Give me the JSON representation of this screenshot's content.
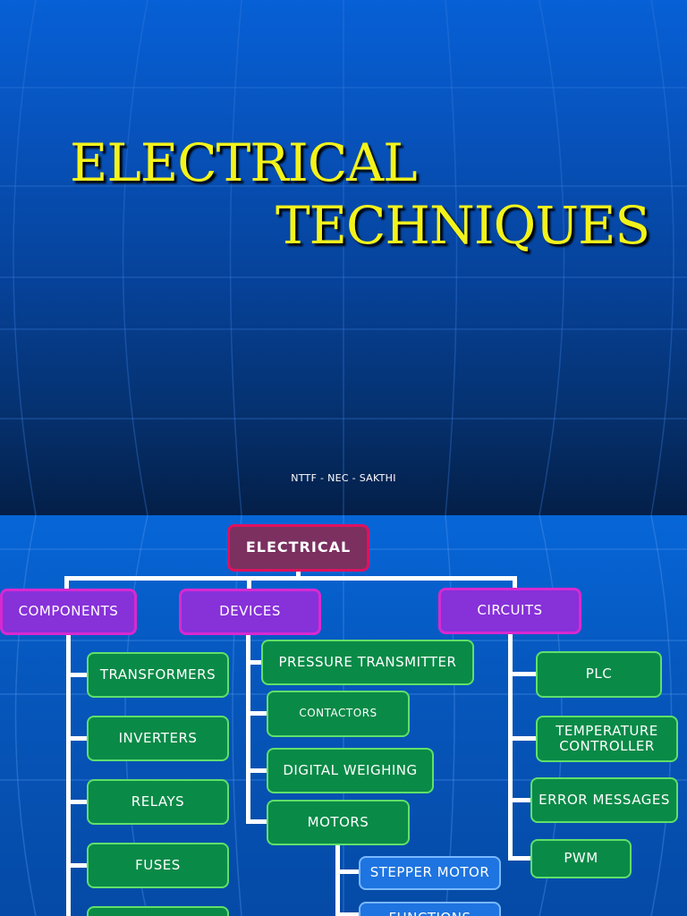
{
  "slide1": {
    "title_line1": "ELECTRICAL",
    "title_line2": "TECHNIQUES",
    "subtitle": "NTTF - NEC - SAKTHI"
  },
  "chart": {
    "root": "ELECTRICAL",
    "categories": [
      {
        "label": "COMPONENTS",
        "items": [
          "TRANSFORMERS",
          "INVERTERS",
          "RELAYS",
          "FUSES"
        ]
      },
      {
        "label": "DEVICES",
        "items": [
          "PRESSURE TRANSMITTER",
          "CONTACTORS",
          "DIGITAL WEIGHING",
          "MOTORS"
        ]
      },
      {
        "label": "CIRCUITS",
        "items": [
          "PLC",
          "TEMPERATURE CONTROLLER",
          "ERROR MESSAGES",
          "PWM"
        ]
      }
    ],
    "motor_items": [
      "STEPPER MOTOR",
      "FUNCTIONS"
    ]
  },
  "colors": {
    "title": "#f3f31b",
    "root_fill": "#7b3060",
    "category_fill": "#8731d9",
    "item_fill": "#0a8a47",
    "sub_item_fill": "#1e74e0"
  }
}
